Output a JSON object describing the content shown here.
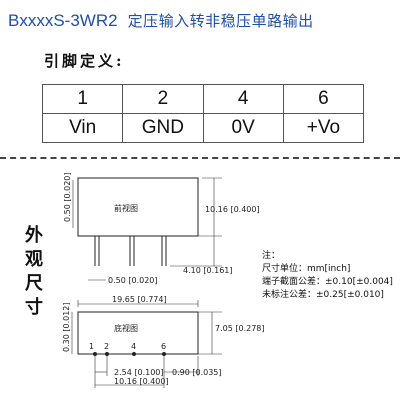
{
  "title": {
    "model": "BxxxxS-3WR2",
    "description": "定压输入转非稳压单路输出"
  },
  "pin_definition": {
    "heading": "引脚定义:",
    "pin_numbers": [
      "1",
      "2",
      "4",
      "6"
    ],
    "pin_functions": [
      "Vin",
      "GND",
      "0V",
      "+Vo"
    ]
  },
  "side_label": [
    "外",
    "观",
    "尺",
    "寸"
  ],
  "front_view": {
    "label": "前视图",
    "dims": {
      "height_body": "0.50 [0.020]",
      "total_height": "10.16 [0.400]",
      "pin_length": "4.10 [0.161]",
      "pin_width": "0.50 [0.020]"
    }
  },
  "bottom_view": {
    "label": "底视图",
    "pin_labels": [
      "1",
      "2",
      "4",
      "6"
    ],
    "dims": {
      "length": "19.65 [0.774]",
      "thickness": "0.30 [0.012]",
      "width": "7.05 [0.278]",
      "pitch": "2.54 [0.100]",
      "span": "10.16 [0.400]",
      "pin_offset": "0.90 [0.035]"
    }
  },
  "notes": {
    "header": "注：",
    "lines": [
      "尺寸单位：mm[inch]",
      "端子截面公差：±0.10[±0.004]",
      "未标注公差：±0.25[±0.010]"
    ]
  },
  "colors": {
    "title": "#1f4fa8",
    "line": "#222222"
  }
}
